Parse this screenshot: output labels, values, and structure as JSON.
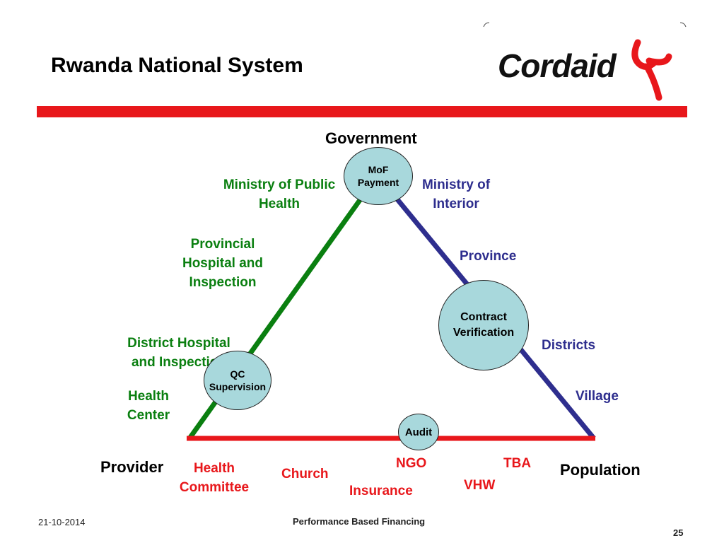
{
  "title": "Rwanda National System",
  "logo": {
    "text": "Cordaid",
    "colors": {
      "text": "#111111",
      "mark": "#e8171b"
    }
  },
  "colors": {
    "government_side": "#0a7f10",
    "interior_side": "#2e2e8e",
    "base": "#e8171b",
    "node_fill": "#a8d8dc",
    "banner": "#e8171b"
  },
  "vertices": {
    "top": "Government",
    "left": "Provider",
    "right": "Population"
  },
  "nodes": {
    "mof": "MoF\nPayment",
    "contract": "Contract\nVerification",
    "qc": "QC\nSupervision",
    "audit": "Audit"
  },
  "left_side": {
    "ministry": "Ministry of Public\nHealth",
    "provincial": "Provincial\nHospital and\nInspection",
    "district": "District Hospital\nand Inspection",
    "health_center": "Health\nCenter"
  },
  "right_side": {
    "ministry": "Ministry of\nInterior",
    "province": "Province",
    "districts": "Districts",
    "village": "Village"
  },
  "base_labels": {
    "health_committee": "Health\nCommittee",
    "church": "Church",
    "ngo": "NGO",
    "insurance": "Insurance",
    "tba": "TBA",
    "vhw": "VHW"
  },
  "footer": {
    "date": "21-10-2014",
    "center": "Performance Based Financing",
    "page": "25"
  }
}
